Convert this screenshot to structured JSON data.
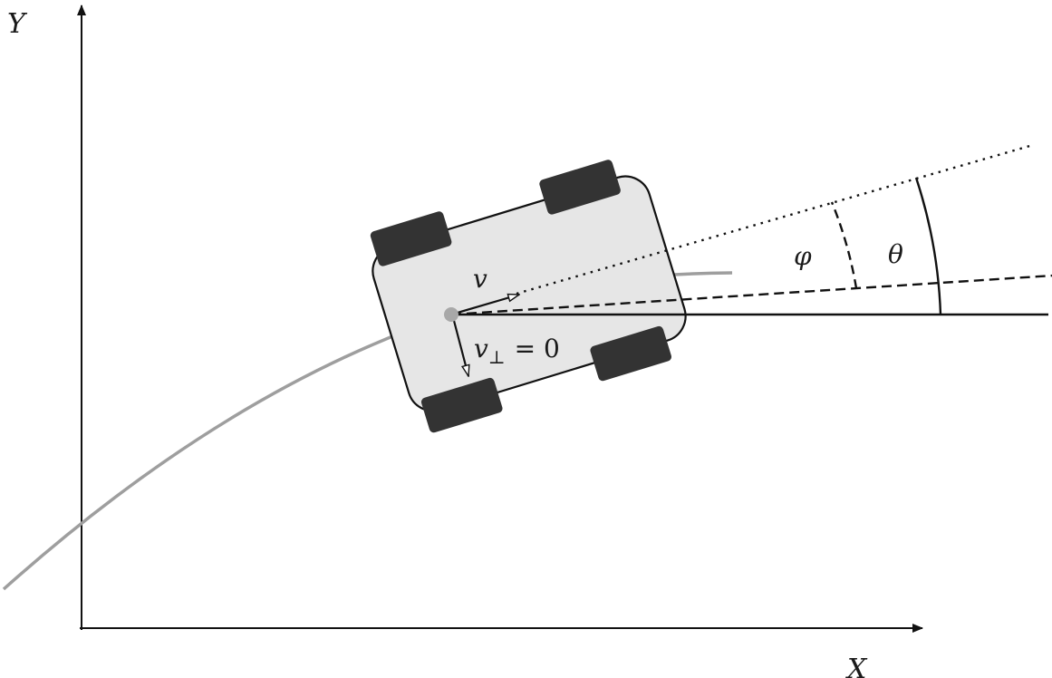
{
  "axes": {
    "x_label": "X",
    "y_label": "Y"
  },
  "labels": {
    "velocity": "v",
    "lateral_velocity_symbol": "v",
    "lateral_velocity_subscript": "⊥",
    "lateral_velocity_value": "= 0",
    "steering_angle": "φ",
    "heading_angle": "θ"
  },
  "colors": {
    "line": "#111111",
    "trajectory": "#9e9e9e",
    "body_fill": "#e6e6e6",
    "wheel": "#333333",
    "reference_point": "#a8a8a8"
  }
}
